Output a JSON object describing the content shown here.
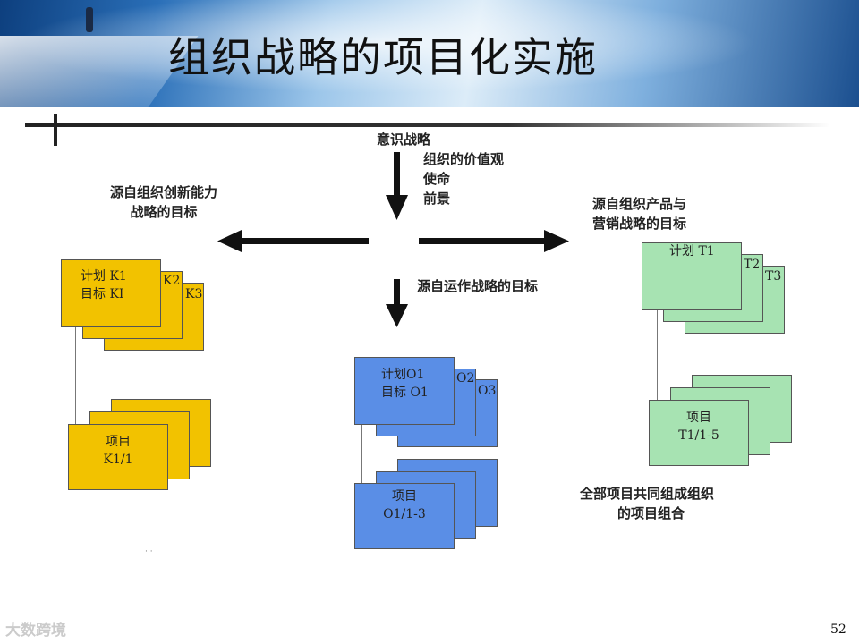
{
  "title": "组织战略的项目化实施",
  "top": {
    "label": "意识战略",
    "items": [
      "组织的价值观",
      "使命",
      "前景"
    ]
  },
  "left": {
    "label": [
      "源自组织创新能力",
      "战略的目标"
    ],
    "plan_line1": "计划 K1",
    "plan_line2": "目标 KI",
    "tab2": "K2",
    "tab3": "K3",
    "project_line1": "项目",
    "project_line2": "K1/1"
  },
  "middle": {
    "label": "源自运作战略的目标",
    "plan_line1": "计划O1",
    "plan_line2": "目标 O1",
    "tab2": "O2",
    "tab3": "O3",
    "project_line1": "项目",
    "project_line2": "O1/1-3"
  },
  "right": {
    "label": [
      "源自组织产品与",
      "营销战略的目标"
    ],
    "plan_line1": "计划 T1",
    "tab2": "T2",
    "tab3": "T3",
    "project_line1": "项目",
    "project_line2": "T1/1-5",
    "summary": [
      "全部项目共同组成组织",
      "的项目组合"
    ]
  },
  "watermark": "大数跨境",
  "page_number": "52",
  "colors": {
    "left_cards": "#f2c200",
    "middle_cards": "#5a8ee6",
    "right_cards": "#a7e3b2",
    "arrows": "#111111"
  }
}
